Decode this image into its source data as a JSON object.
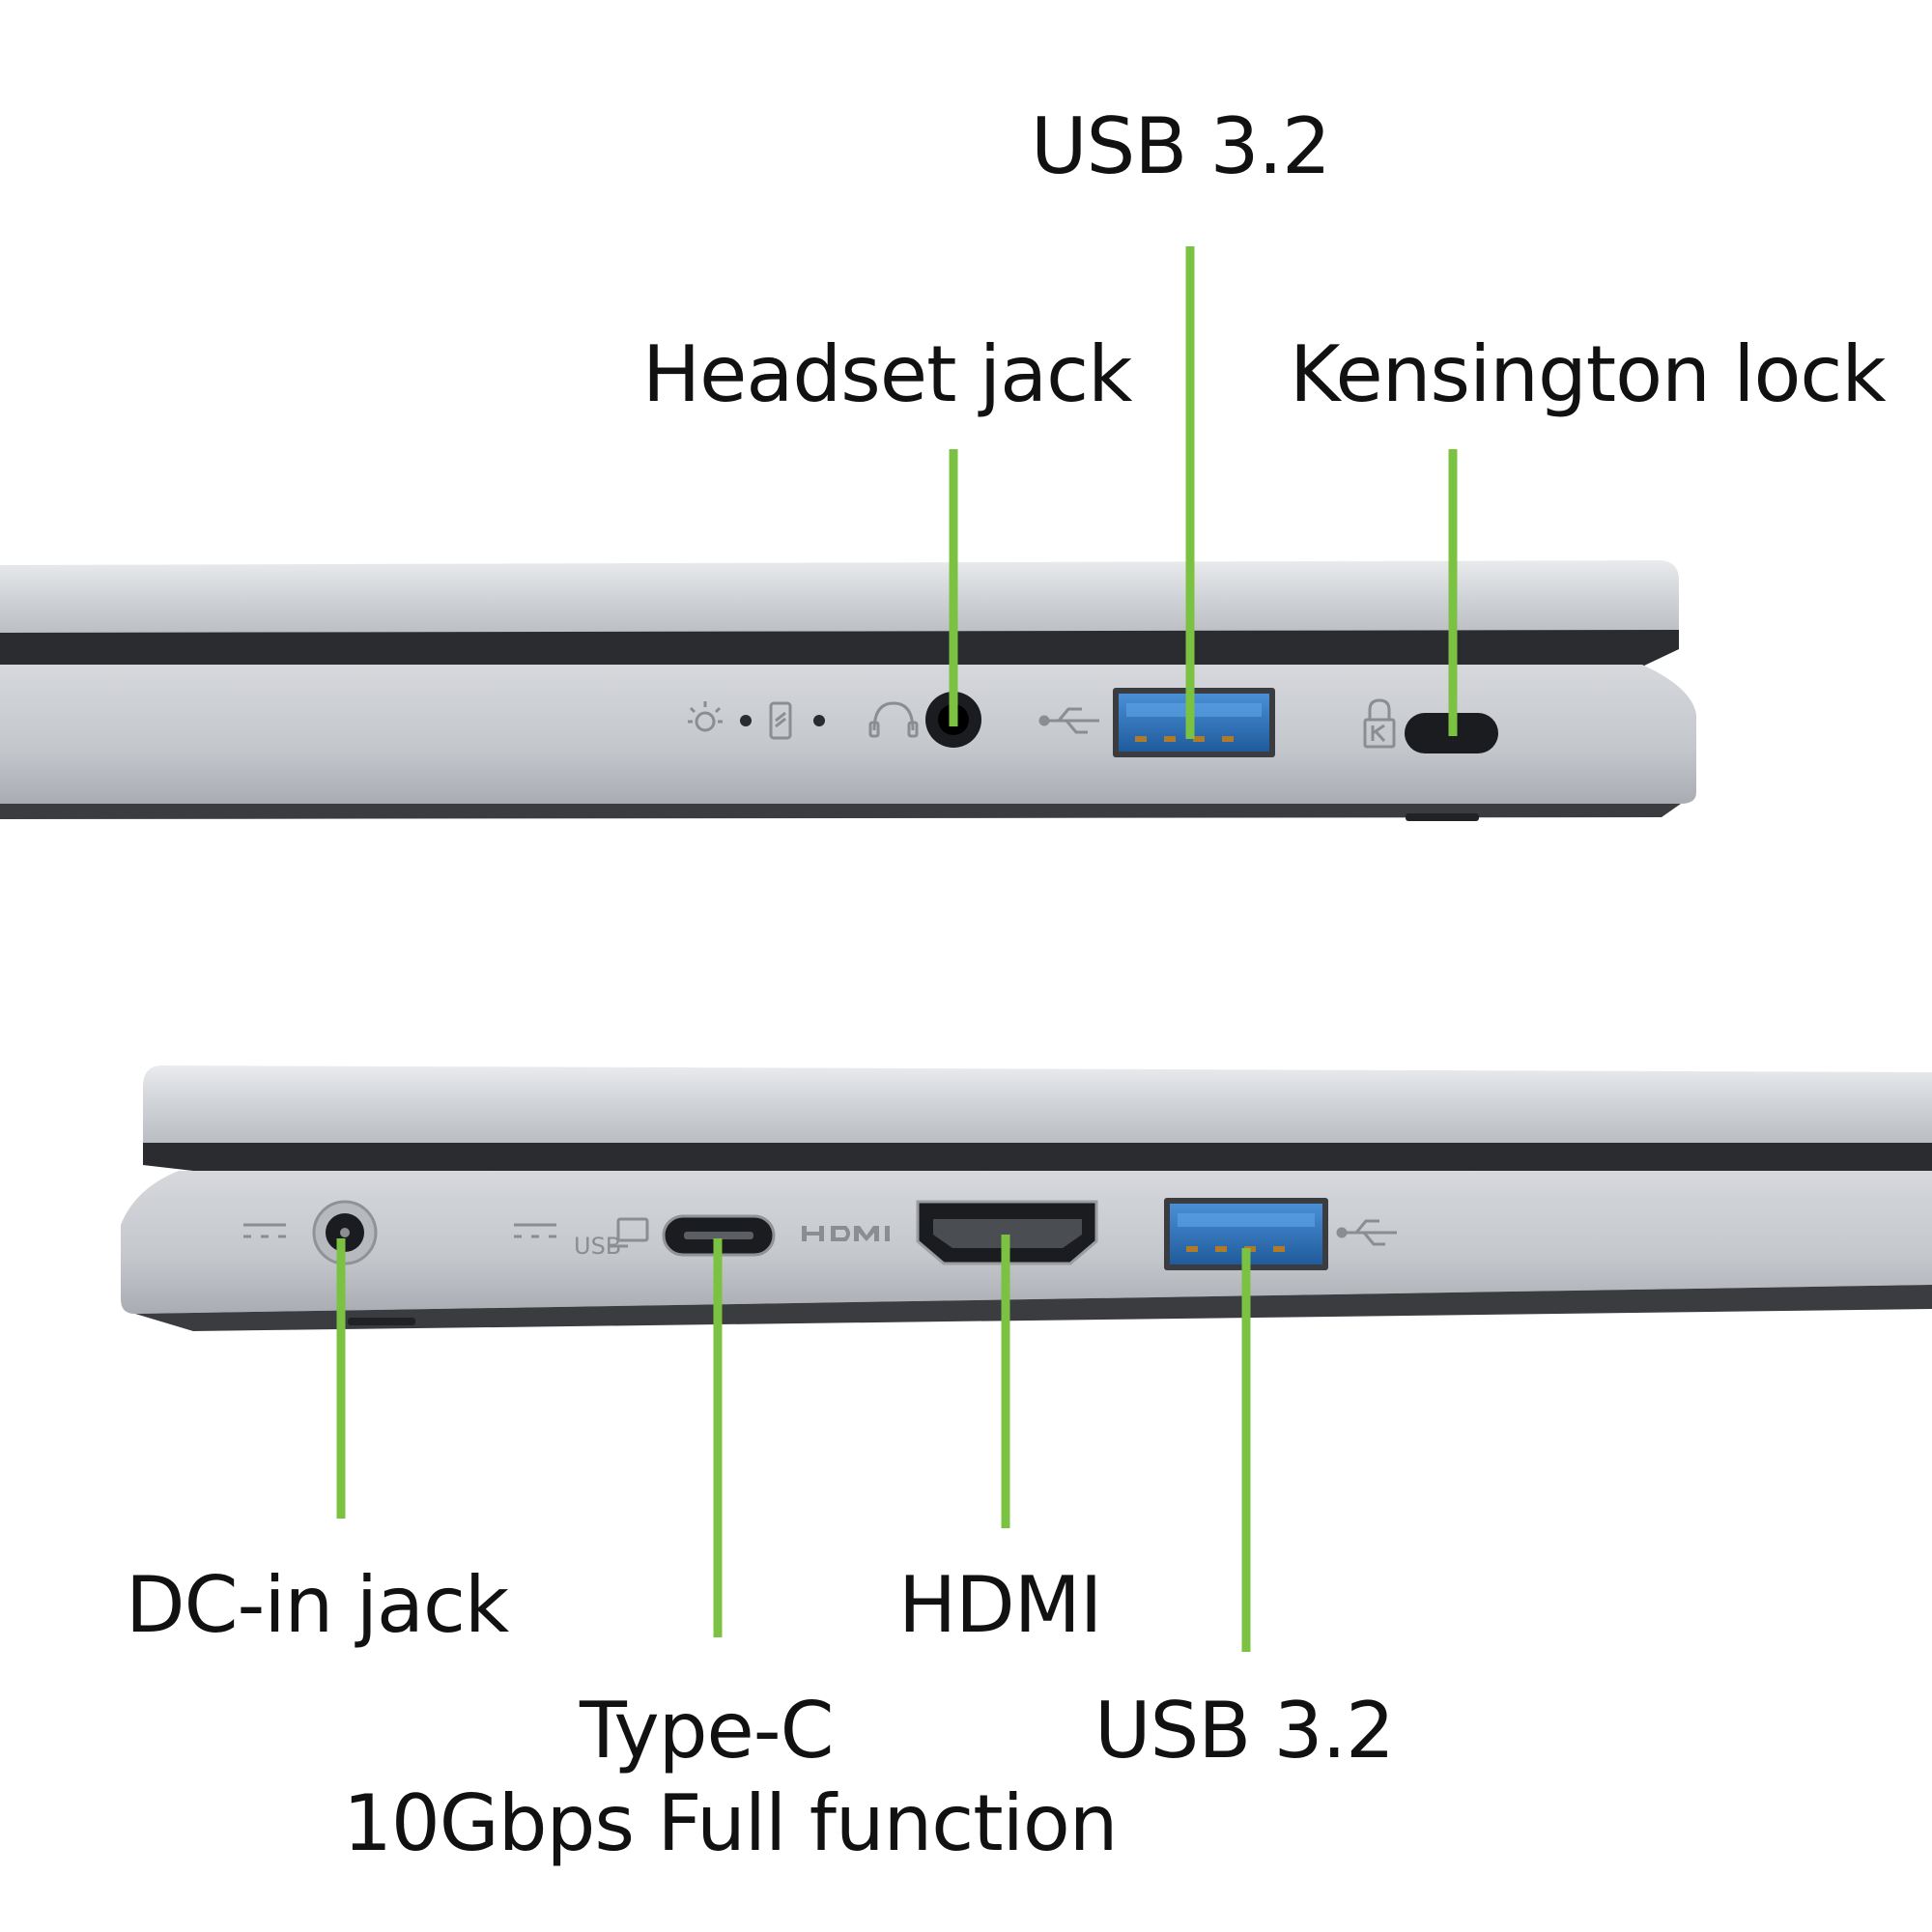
{
  "labels": {
    "usb_top": "USB 3.2",
    "headset_jack": "Headset jack",
    "kensington_lock": "Kensington lock",
    "dc_in_jack": "DC-in jack",
    "hdmi": "HDMI",
    "type_c_line1": "Type-C",
    "type_c_line2": "10Gbps Full function",
    "usb_bottom": "USB 3.2"
  },
  "icons": {
    "activity_light": "activity-light-icon",
    "power_indicator": "power-indicator-icon",
    "headset_symbol": "headset-icon",
    "usb_symbol": "usb-icon",
    "kensington_symbol": "kensington-lock-icon",
    "dc_symbol": "dc-power-icon",
    "usb_c_display_symbol": "usb-c-display-icon",
    "hdmi_symbol": "hdmi-logo"
  },
  "colors": {
    "leader_line": "#7cc242",
    "chassis": "#c9ccd1",
    "chassis_dark": "#a4a8ae",
    "chassis_shadow": "#2a2c30",
    "usb_port_blue": "#2d6fb7",
    "text": "#111111"
  }
}
